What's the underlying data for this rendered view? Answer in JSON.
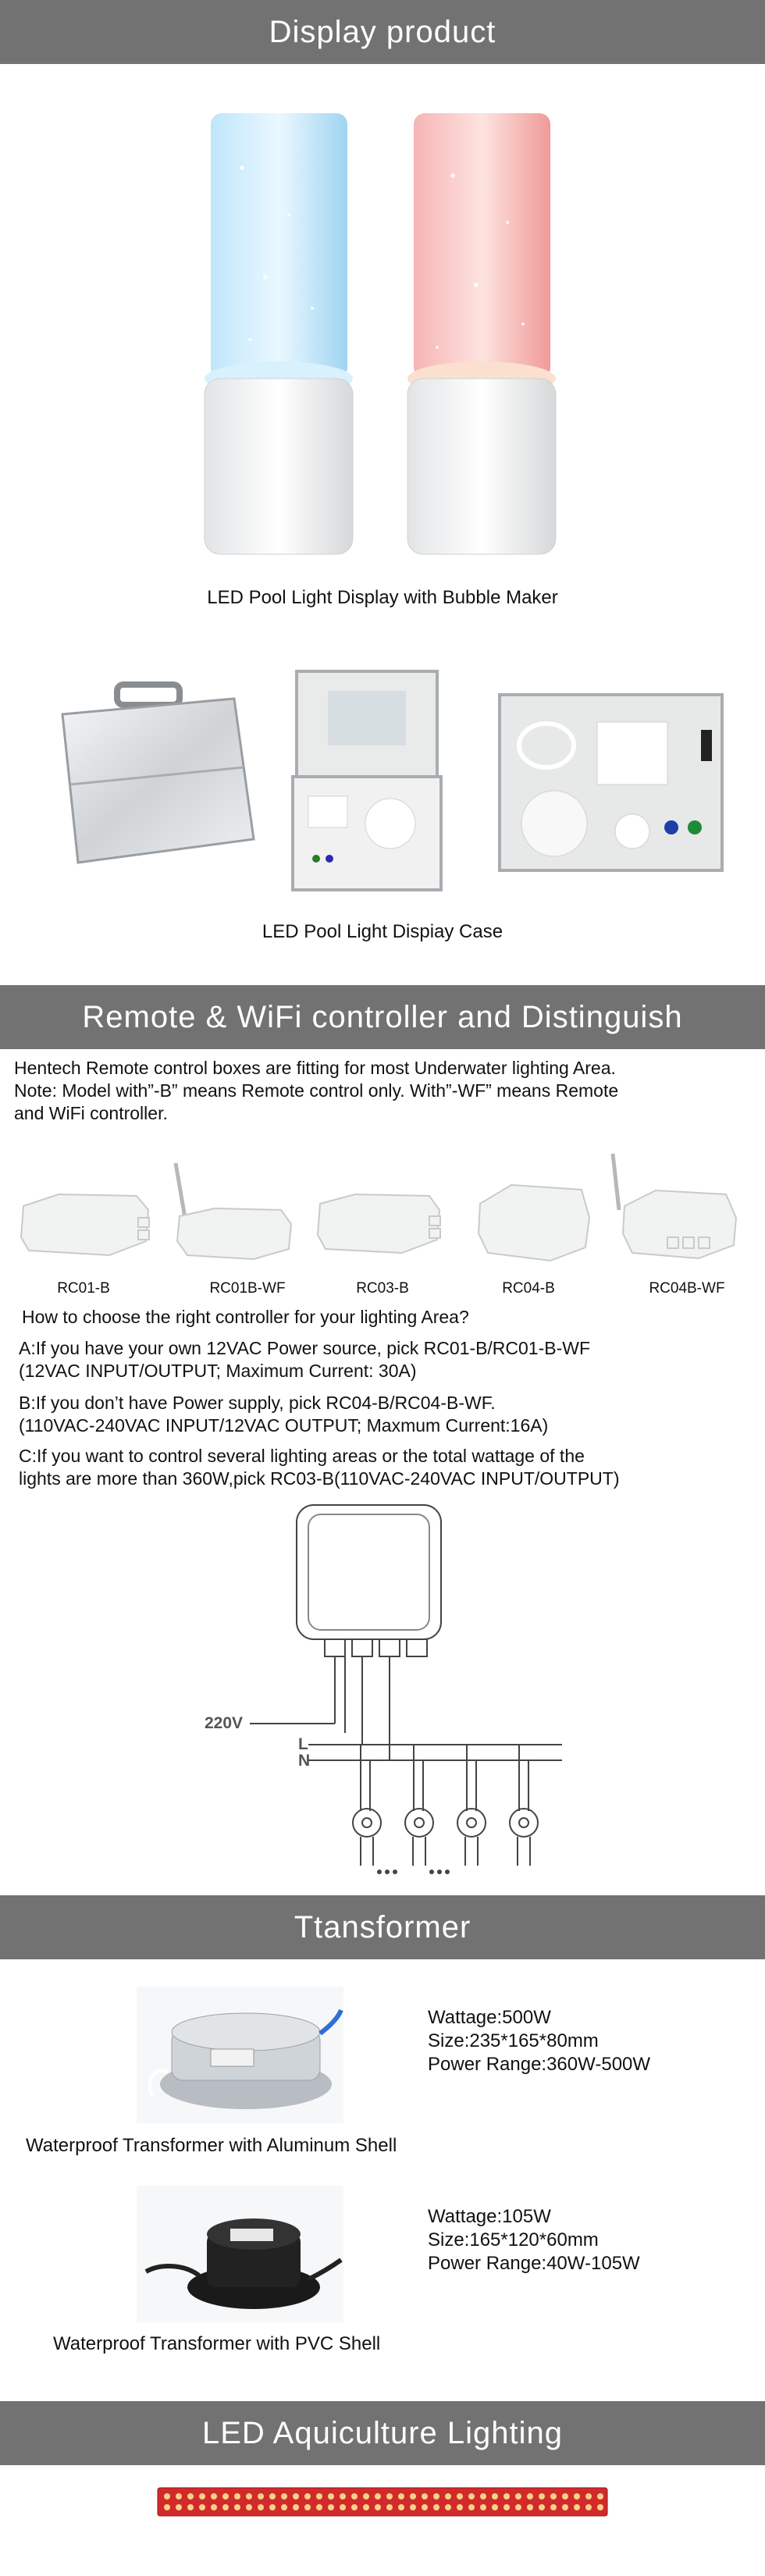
{
  "sections": {
    "display": "Display product",
    "remote": "Remote & WiFi controller and Distinguish",
    "transformer": "Ttansformer",
    "aquaculture": "LED Aquiculture Lighting"
  },
  "display": {
    "caption1": "LED Pool Light Display with Bubble Maker",
    "caption2": "LED Pool Light Dispiay Case"
  },
  "remote": {
    "intro1": "Hentech Remote control boxes are fitting for most Underwater lighting Area.",
    "intro2": "Note: Model with”-B” means Remote control only. With”-WF” means Remote",
    "intro3": "and WiFi controller.",
    "controllers": [
      "RC01-B",
      "RC01B-WF",
      "RC03-B",
      "RC04-B",
      "RC04B-WF"
    ],
    "question": "How to choose the right controller for your lighting Area?",
    "a1": "A:If you have your own 12VAC Power source, pick RC01-B/RC01-B-WF",
    "a2": "(12VAC INPUT/OUTPUT; Maximum Current: 30A)",
    "b1": "B:If you don’t have Power supply, pick RC04-B/RC04-B-WF.",
    "b2": "(110VAC-240VAC INPUT/12VAC OUTPUT; Maxmum Current:16A)",
    "c1": "C:If you want to control several lighting areas or the total wattage of the",
    "c2": "lights are more than 360W,pick RC03-B(110VAC-240VAC INPUT/OUTPUT)",
    "diagram": {
      "voltage": "220V",
      "line": "L",
      "neutral": "N"
    }
  },
  "transformer": {
    "items": [
      {
        "wattage": "Wattage:500W",
        "size": "Size:235*165*80mm",
        "range": "Power Range:360W-500W",
        "caption": "Waterproof Transformer with Aluminum Shell"
      },
      {
        "wattage": "Wattage:105W",
        "size": "Size:165*120*60mm",
        "range": "Power Range:40W-105W",
        "caption": "Waterproof Transformer with PVC Shell"
      }
    ]
  }
}
